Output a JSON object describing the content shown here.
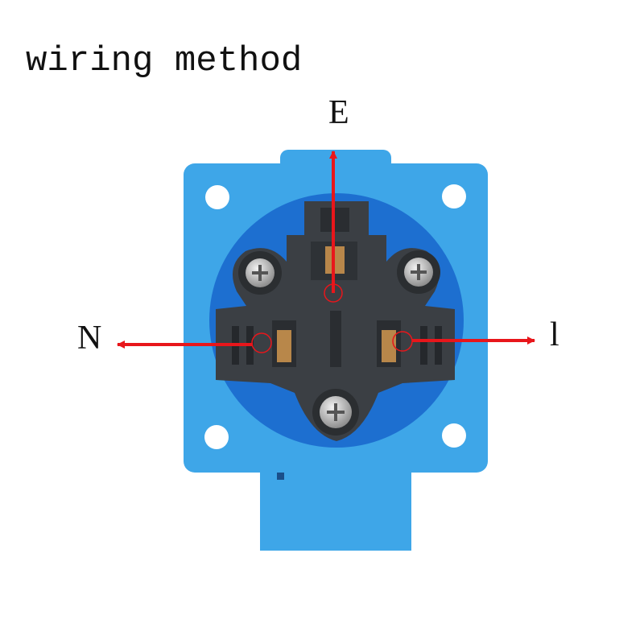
{
  "title": "wiring method",
  "labels": {
    "earth": "E",
    "neutral": "N",
    "live": "l"
  },
  "colors": {
    "housing_blue": "#3ea6e8",
    "ring_blue": "#1d6fd0",
    "socket_body": "#3b3f44",
    "arrow_red": "#e8161b",
    "contact_brass": "#b8874a",
    "screw_silver": "#c9c9c9"
  }
}
